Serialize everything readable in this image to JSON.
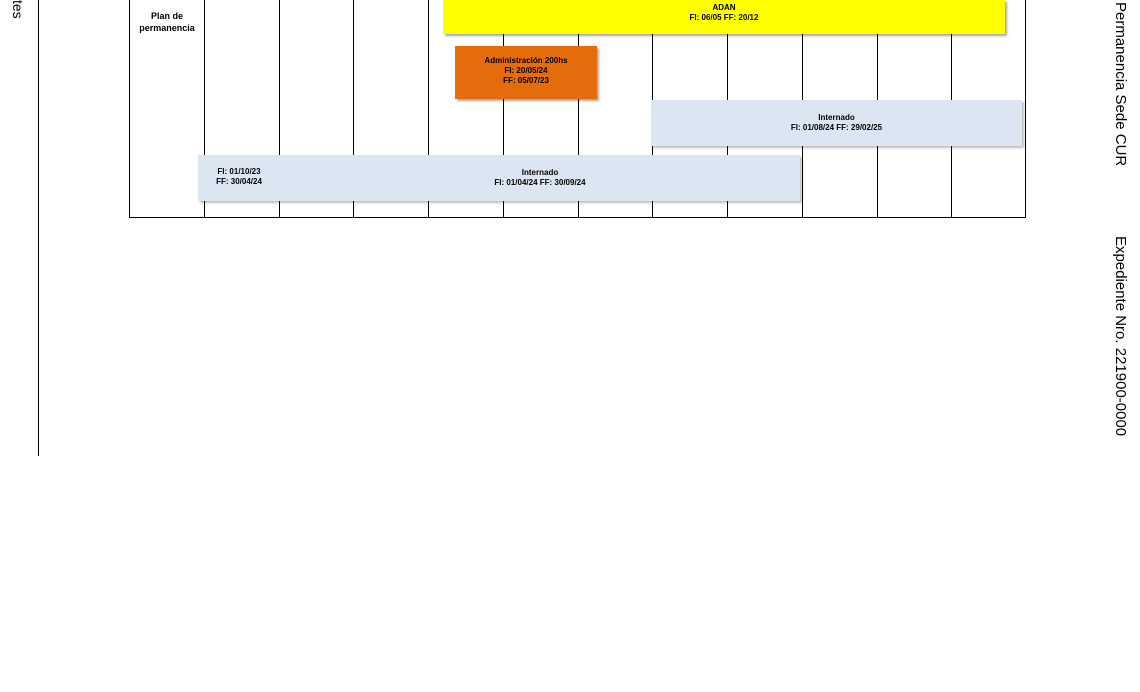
{
  "side": {
    "left_fragment": "tes",
    "right_title": "Permanencia Sede CUR",
    "right_expediente": "Expediente Nro. 221900-0000"
  },
  "row_label": "Plan de permanencia",
  "bars": {
    "adan": {
      "title": "ADAN",
      "dates": "FI: 06/05 FF: 20/12"
    },
    "administracion": {
      "title": "Administración 200hs",
      "fi": "FI: 20/05/24",
      "ff": "FF: 05/07/23"
    },
    "internado_2": {
      "title": "Internado",
      "dates": "FI: 01/08/24  FF: 29/02/25"
    },
    "prev": {
      "fi": "FI: 01/10/23",
      "ff": "FF: 30/04/24"
    },
    "internado_1": {
      "title": "Internado",
      "dates": "FI: 01/04/24  FF: 30/09/24"
    }
  },
  "colors": {
    "adan": "#ffff00",
    "administracion": "#e46c0a",
    "internado": "#dce6f2"
  }
}
